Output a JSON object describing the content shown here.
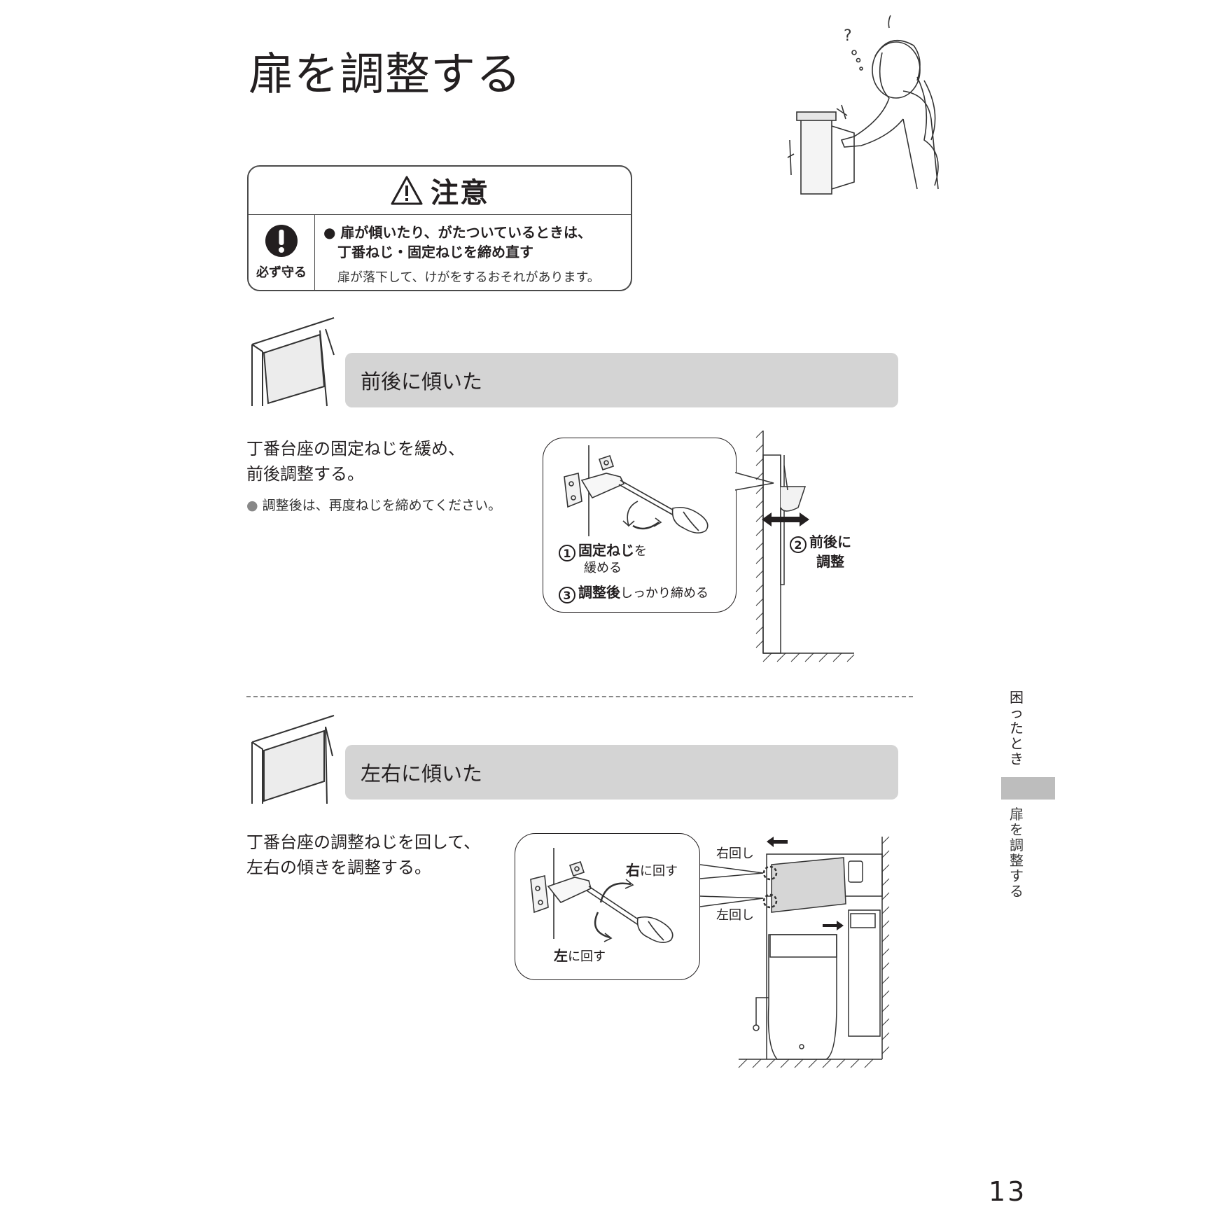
{
  "page": {
    "title": "扉を調整する",
    "number": "13"
  },
  "caution": {
    "title": "注意",
    "must_label": "必ず守る",
    "line1": "扉が傾いたり、がたついているときは、",
    "line2": "丁番ねじ・固定ねじを締め直す",
    "line3": "扉が落下して、けがをするおそれがあります。"
  },
  "section1": {
    "header": "前後に傾いた",
    "text_line1": "丁番台座の固定ねじを緩め、",
    "text_line2": "前後調整する。",
    "note": "調整後は、再度ねじを締めてください。",
    "step1_num": "1",
    "step1_bold": "固定ねじ",
    "step1_small": "を",
    "step1_line2": "緩める",
    "step2_num": "2",
    "step2_line1": "前後に",
    "step2_line2": "調整",
    "step3_num": "3",
    "step3_bold": "調整後",
    "step3_rest": "しっかり締める"
  },
  "section2": {
    "header": "左右に傾いた",
    "text_line1": "丁番台座の調整ねじを回して、",
    "text_line2": "左右の傾きを調整する。",
    "right_bold": "右",
    "right_rest": "に回す",
    "left_bold": "左",
    "left_rest": "に回す",
    "label_right_turn": "右回し",
    "label_left_turn": "左回し"
  },
  "side_tab": {
    "chapter": "困ったとき",
    "section": "扉を調整する"
  },
  "colors": {
    "text": "#231f20",
    "bar": "#d4d4d4",
    "tab": "#bdbdbd"
  }
}
